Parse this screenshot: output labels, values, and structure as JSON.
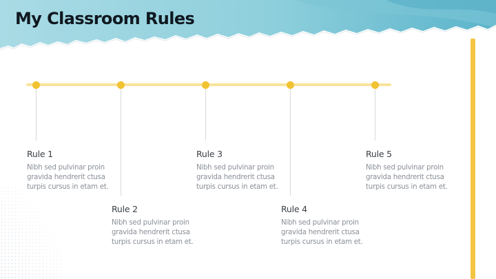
{
  "slide": {
    "title": "My Classroom Rules"
  },
  "colors": {
    "header_blue": "#8ecfdc",
    "header_blue_dark": "#5bb4cb",
    "accent_yellow": "#f4c542",
    "timeline_dot": "#f1c232",
    "timeline_line": "#f8e39a"
  },
  "rules": [
    {
      "title": "Rule 1",
      "text": "Nibh sed pulvinar proin\ngravida hendrerit ctusa\nturpis cursus in etam et."
    },
    {
      "title": "Rule 2",
      "text": "Nibh sed pulvinar proin\ngravida hendrerit ctusa\nturpis cursus in etam et."
    },
    {
      "title": "Rule 3",
      "text": "Nibh sed pulvinar proin\ngravida hendrerit ctusa\nturpis cursus in etam et."
    },
    {
      "title": "Rule 4",
      "text": "Nibh sed pulvinar proin\ngravida hendrerit ctusa\nturpis cursus in etam et."
    },
    {
      "title": "Rule 5",
      "text": "Nibh sed pulvinar proin\ngravida hendrerit ctusa\nturpis cursus in etam et."
    }
  ]
}
